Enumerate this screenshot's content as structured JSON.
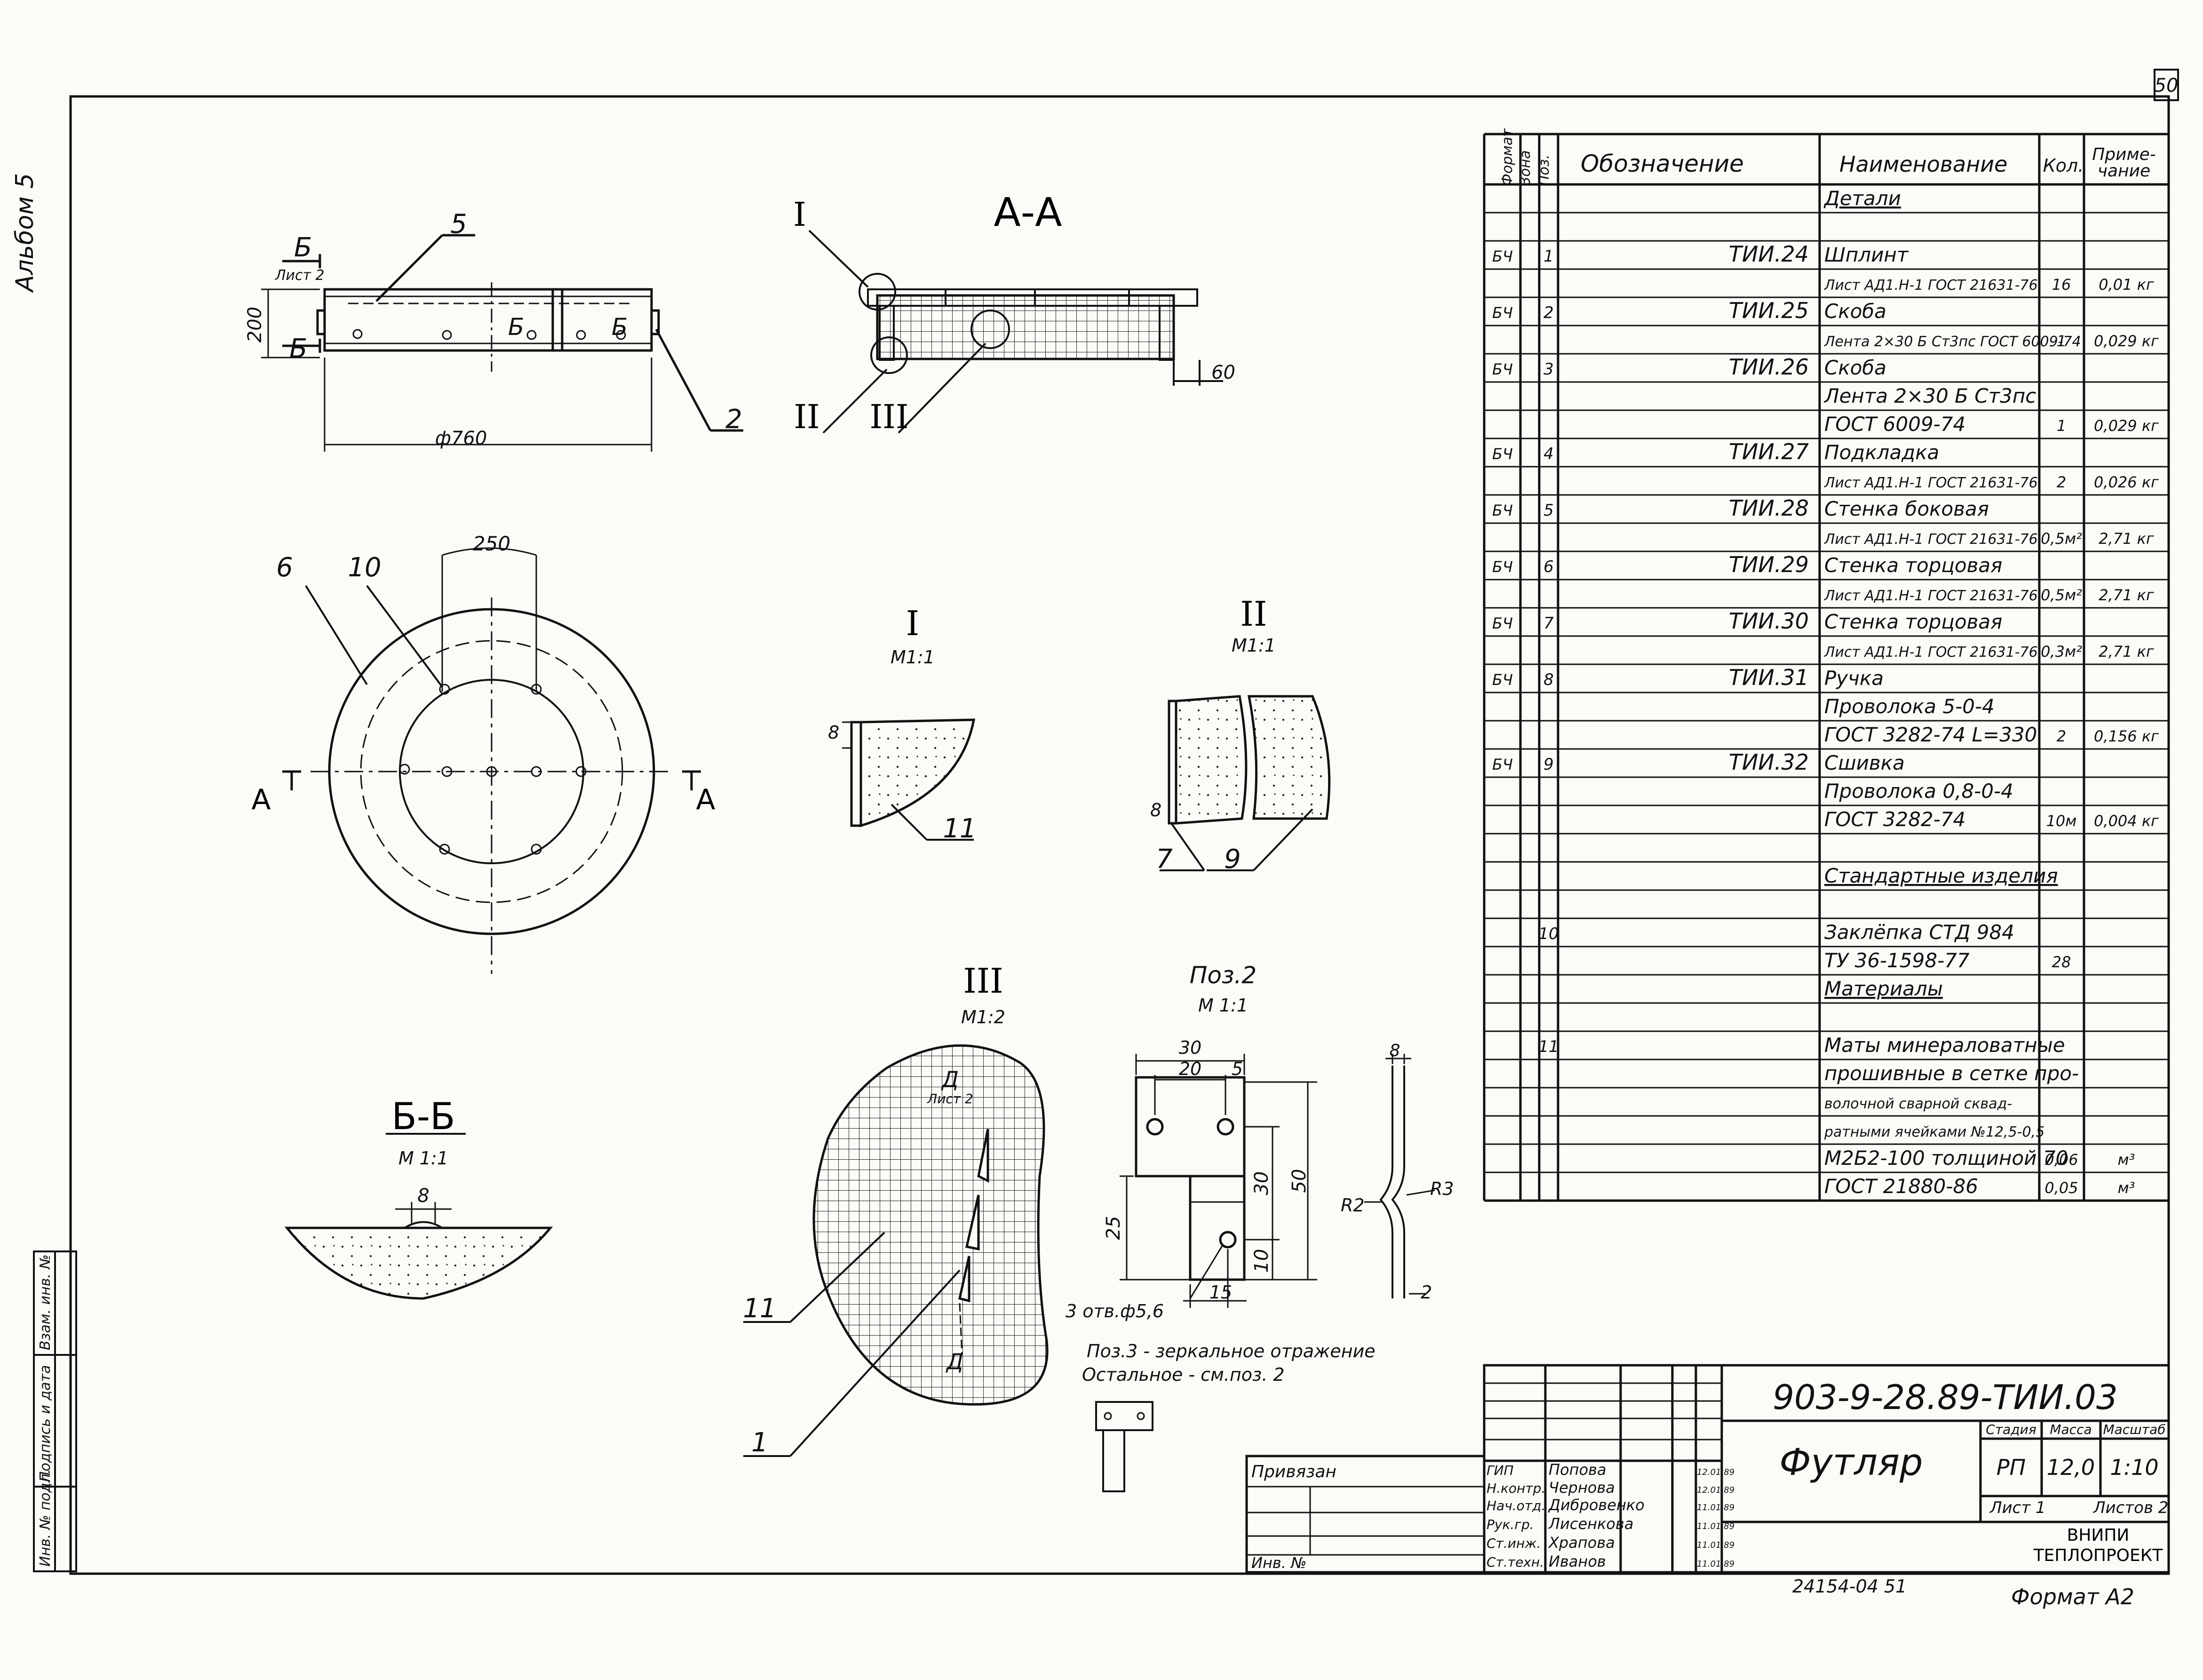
{
  "sheet_number": "50",
  "album_label": "Альбом 5",
  "spec_headers": {
    "format": "Формат",
    "zone": "Зона",
    "pos": "Поз.",
    "designation": "Обозначение",
    "name": "Наименование",
    "qty": "Кол.",
    "note1": "Приме-",
    "note2": "чание"
  },
  "spec_rows": [
    {
      "fmt": "",
      "pos": "",
      "des": "",
      "name": "Детали",
      "qty": "",
      "note": "",
      "underline": true
    },
    {
      "fmt": "",
      "pos": "",
      "des": "",
      "name": "",
      "qty": "",
      "note": ""
    },
    {
      "fmt": "БЧ",
      "pos": "1",
      "des": "ТИИ.24",
      "name": "Шплинт",
      "qty": "",
      "note": ""
    },
    {
      "fmt": "",
      "pos": "",
      "des": "",
      "name": "Лист АД1.Н-1 ГОСТ 21631-76",
      "qty": "16",
      "note": "0,01 кг"
    },
    {
      "fmt": "БЧ",
      "pos": "2",
      "des": "ТИИ.25",
      "name": "Скоба",
      "qty": "",
      "note": ""
    },
    {
      "fmt": "",
      "pos": "",
      "des": "",
      "name": "Лента 2×30 Б Ст3пс ГОСТ 6009-74",
      "qty": "1",
      "note": "0,029 кг"
    },
    {
      "fmt": "БЧ",
      "pos": "3",
      "des": "ТИИ.26",
      "name": "Скоба",
      "qty": "",
      "note": ""
    },
    {
      "fmt": "",
      "pos": "",
      "des": "",
      "name": "Лента 2×30 Б Ст3пс",
      "qty": "",
      "note": ""
    },
    {
      "fmt": "",
      "pos": "",
      "des": "",
      "name": "ГОСТ 6009-74",
      "qty": "1",
      "note": "0,029 кг"
    },
    {
      "fmt": "БЧ",
      "pos": "4",
      "des": "ТИИ.27",
      "name": "Подкладка",
      "qty": "",
      "note": ""
    },
    {
      "fmt": "",
      "pos": "",
      "des": "",
      "name": "Лист АД1.Н-1 ГОСТ 21631-76",
      "qty": "2",
      "note": "0,026 кг"
    },
    {
      "fmt": "БЧ",
      "pos": "5",
      "des": "ТИИ.28",
      "name": "Стенка боковая",
      "qty": "",
      "note": ""
    },
    {
      "fmt": "",
      "pos": "",
      "des": "",
      "name": "Лист АД1.Н-1 ГОСТ 21631-76",
      "qty": "0,5м²",
      "note": "2,71 кг"
    },
    {
      "fmt": "БЧ",
      "pos": "6",
      "des": "ТИИ.29",
      "name": "Стенка торцовая",
      "qty": "",
      "note": ""
    },
    {
      "fmt": "",
      "pos": "",
      "des": "",
      "name": "Лист АД1.Н-1 ГОСТ 21631-76",
      "qty": "0,5м²",
      "note": "2,71 кг"
    },
    {
      "fmt": "БЧ",
      "pos": "7",
      "des": "ТИИ.30",
      "name": "Стенка торцовая",
      "qty": "",
      "note": ""
    },
    {
      "fmt": "",
      "pos": "",
      "des": "",
      "name": "Лист АД1.Н-1 ГОСТ 21631-76",
      "qty": "0,3м²",
      "note": "2,71 кг"
    },
    {
      "fmt": "БЧ",
      "pos": "8",
      "des": "ТИИ.31",
      "name": "Ручка",
      "qty": "",
      "note": ""
    },
    {
      "fmt": "",
      "pos": "",
      "des": "",
      "name": "Проволока 5-0-4",
      "qty": "",
      "note": ""
    },
    {
      "fmt": "",
      "pos": "",
      "des": "",
      "name": "ГОСТ 3282-74 L=330",
      "qty": "2",
      "note": "0,156 кг"
    },
    {
      "fmt": "БЧ",
      "pos": "9",
      "des": "ТИИ.32",
      "name": "Сшивка",
      "qty": "",
      "note": ""
    },
    {
      "fmt": "",
      "pos": "",
      "des": "",
      "name": "Проволока 0,8-0-4",
      "qty": "",
      "note": ""
    },
    {
      "fmt": "",
      "pos": "",
      "des": "",
      "name": "ГОСТ 3282-74",
      "qty": "10м",
      "note": "0,004 кг"
    },
    {
      "fmt": "",
      "pos": "",
      "des": "",
      "name": "",
      "qty": "",
      "note": ""
    },
    {
      "fmt": "",
      "pos": "",
      "des": "",
      "name": "Стандартные изделия",
      "qty": "",
      "note": "",
      "underline": true
    },
    {
      "fmt": "",
      "pos": "",
      "des": "",
      "name": "",
      "qty": "",
      "note": ""
    },
    {
      "fmt": "",
      "pos": "10",
      "des": "",
      "name": "Заклёпка СТД 984",
      "qty": "",
      "note": ""
    },
    {
      "fmt": "",
      "pos": "",
      "des": "",
      "name": "ТУ 36-1598-77",
      "qty": "28",
      "note": ""
    },
    {
      "fmt": "",
      "pos": "",
      "des": "",
      "name": "Материалы",
      "qty": "",
      "note": "",
      "underline": true
    },
    {
      "fmt": "",
      "pos": "",
      "des": "",
      "name": "",
      "qty": "",
      "note": ""
    },
    {
      "fmt": "",
      "pos": "11",
      "des": "",
      "name": "Маты минераловатные",
      "qty": "",
      "note": ""
    },
    {
      "fmt": "",
      "pos": "",
      "des": "",
      "name": "прошивные в сетке про-",
      "qty": "",
      "note": ""
    },
    {
      "fmt": "",
      "pos": "",
      "des": "",
      "name": "волочной сварной сквад-",
      "qty": "",
      "note": ""
    },
    {
      "fmt": "",
      "pos": "",
      "des": "",
      "name": "ратными ячейками №12,5-0,5",
      "qty": "",
      "note": ""
    },
    {
      "fmt": "",
      "pos": "",
      "des": "",
      "name": "М2Б2-100 толщиной 70",
      "qty": "0,06",
      "note": "м³"
    },
    {
      "fmt": "",
      "pos": "",
      "des": "",
      "name": "ГОСТ 21880-86",
      "qty": "0,05",
      "note": "м³"
    }
  ],
  "title_block": {
    "code": "903-9-28.89-ТИИ.03",
    "title": "Футляр",
    "stage_label": "Стадия",
    "mass_label": "Масса",
    "scale_label": "Масштаб",
    "stage": "РП",
    "mass": "12,0",
    "scale": "1:10",
    "sheet_label": "Лист 1",
    "sheets_label": "Листов 2",
    "org1": "ВНИПИ",
    "org2": "ТЕПЛОПРОЕКТ",
    "bound_label": "Привязан",
    "inv_label": "Инв. №",
    "signers": [
      {
        "role": "ГИП",
        "name": "Попова",
        "date": "12.01.89"
      },
      {
        "role": "Н.контр.",
        "name": "Чернова",
        "date": "12.01.89"
      },
      {
        "role": "Нач.отд.",
        "name": "Дибровенко",
        "date": "11.01.89"
      },
      {
        "role": "Рук.гр.",
        "name": "Лисенкова",
        "date": "11.01.89"
      },
      {
        "role": "Ст.инж.",
        "name": "Храпова",
        "date": "11.01.89"
      },
      {
        "role": "Ст.техн.",
        "name": "Иванов",
        "date": "11.01.89"
      }
    ],
    "archive": "24154-04   51",
    "format": "Формат А2"
  },
  "side_stamp": [
    "Инв. № подл.",
    "Подпись и дата",
    "Взам. инв. №"
  ],
  "views": {
    "front": {
      "dim_dia": "ф760",
      "dim_h": "200",
      "ref_5": "5",
      "ref_2": "2",
      "sec_b": "Б",
      "sec_b_sheet": "Лист 2",
      "sec_v": "Б",
      "cut_b1": "Б",
      "cut_b2": "Б"
    },
    "aa": {
      "title": "А-А",
      "ref_I": "I",
      "ref_II": "II",
      "ref_III": "III",
      "dim_60": "60"
    },
    "plan": {
      "dim_250": "250",
      "ref_6": "6",
      "ref_10": "10",
      "cut_a_l": "А",
      "cut_a_r": "А"
    },
    "detI": {
      "title": "I",
      "scale": "М1:1",
      "dim": "8",
      "ref": "11"
    },
    "detII": {
      "title": "II",
      "scale": "М1:1",
      "dim": "8",
      "ref7": "7",
      "ref9": "9"
    },
    "detIII": {
      "title": "III",
      "scale": "М1:2",
      "ref11": "11",
      "ref1": "1",
      "cut": "Д",
      "cut2": "Д",
      "sheet": "Лист 2"
    },
    "bb": {
      "title": "Б-Б",
      "scale": "М 1:1",
      "dim": "8"
    },
    "pos2": {
      "title": "Поз.2",
      "scale": "М 1:1",
      "d30": "30",
      "d20": "20",
      "d5": "5",
      "d50": "50",
      "d30v": "30",
      "d25": "25",
      "d10": "10",
      "d15": "15",
      "holes": "3 отв.ф5,6",
      "note1": "Поз.3 - зеркальное отражение",
      "note2": "Остальное - см.поз. 2"
    },
    "clip": {
      "d8": "8",
      "r2": "R2",
      "r3": "R3",
      "d2": "2"
    }
  }
}
